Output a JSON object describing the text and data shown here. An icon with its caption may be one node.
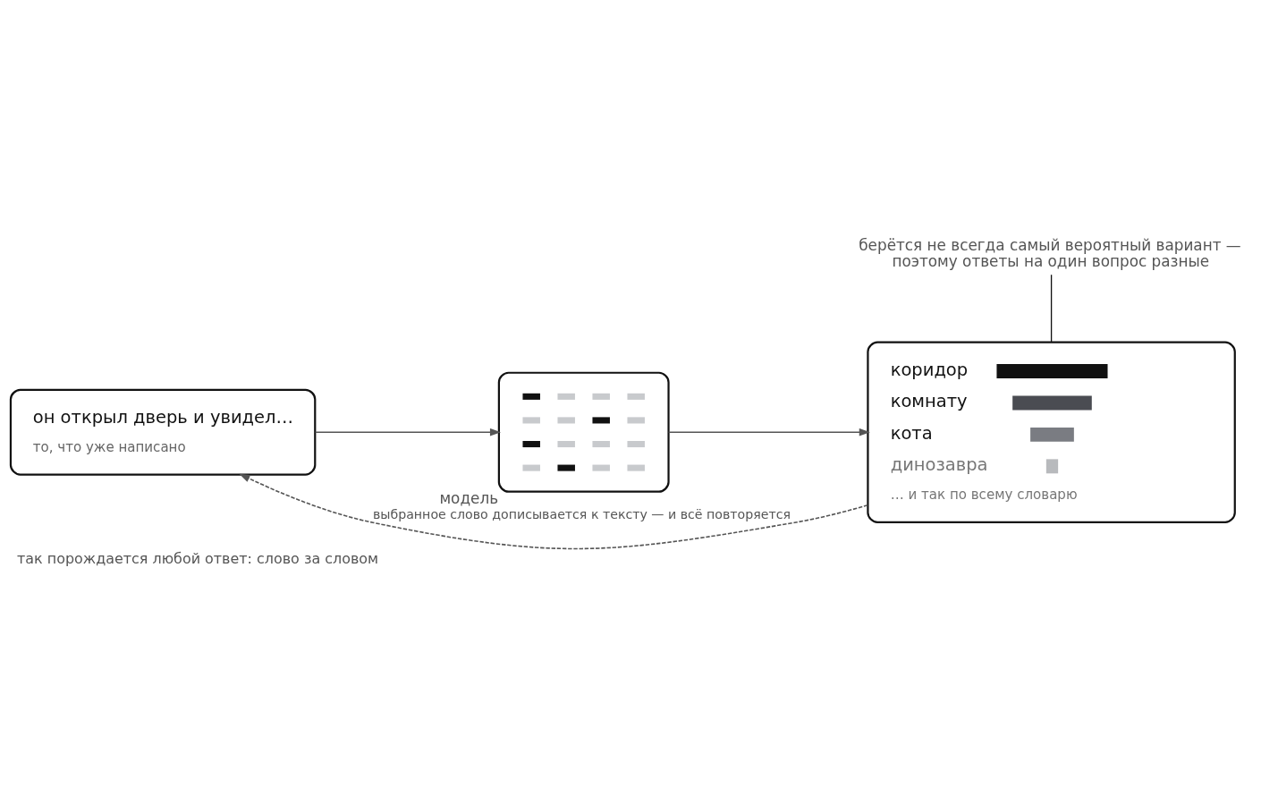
{
  "diagram": {
    "caption": "так порождается любой ответ: слово за словом",
    "nodes": [
      {
        "text": [
          "он открыл дверь и увидел…",
          "то, что уже написано"
        ]
      },
      {
        "text": [],
        "shape": "box",
        "beside": [
          "модель"
        ]
      },
      {
        "text": [
          "коридор",
          "комнату",
          "кота",
          "динозавра",
          "… и так по всему словарю"
        ]
      },
      {
        "text": [
          "берётся не всегда самый вероятный вариант — поэтому ответы на один вопрос разные"
        ]
      }
    ],
    "edges": [
      {
        "from": 0,
        "to": 1,
        "arrow": "to"
      },
      {
        "from": 1,
        "to": 2,
        "arrow": "to"
      },
      {
        "from": 2,
        "to": 0,
        "arrow": "to",
        "style": "dashed",
        "label": "выбранное слово дописывается к тексту — и всё повторяется"
      },
      {
        "from": 3,
        "to": 2,
        "arrow": "none"
      }
    ]
  }
}
